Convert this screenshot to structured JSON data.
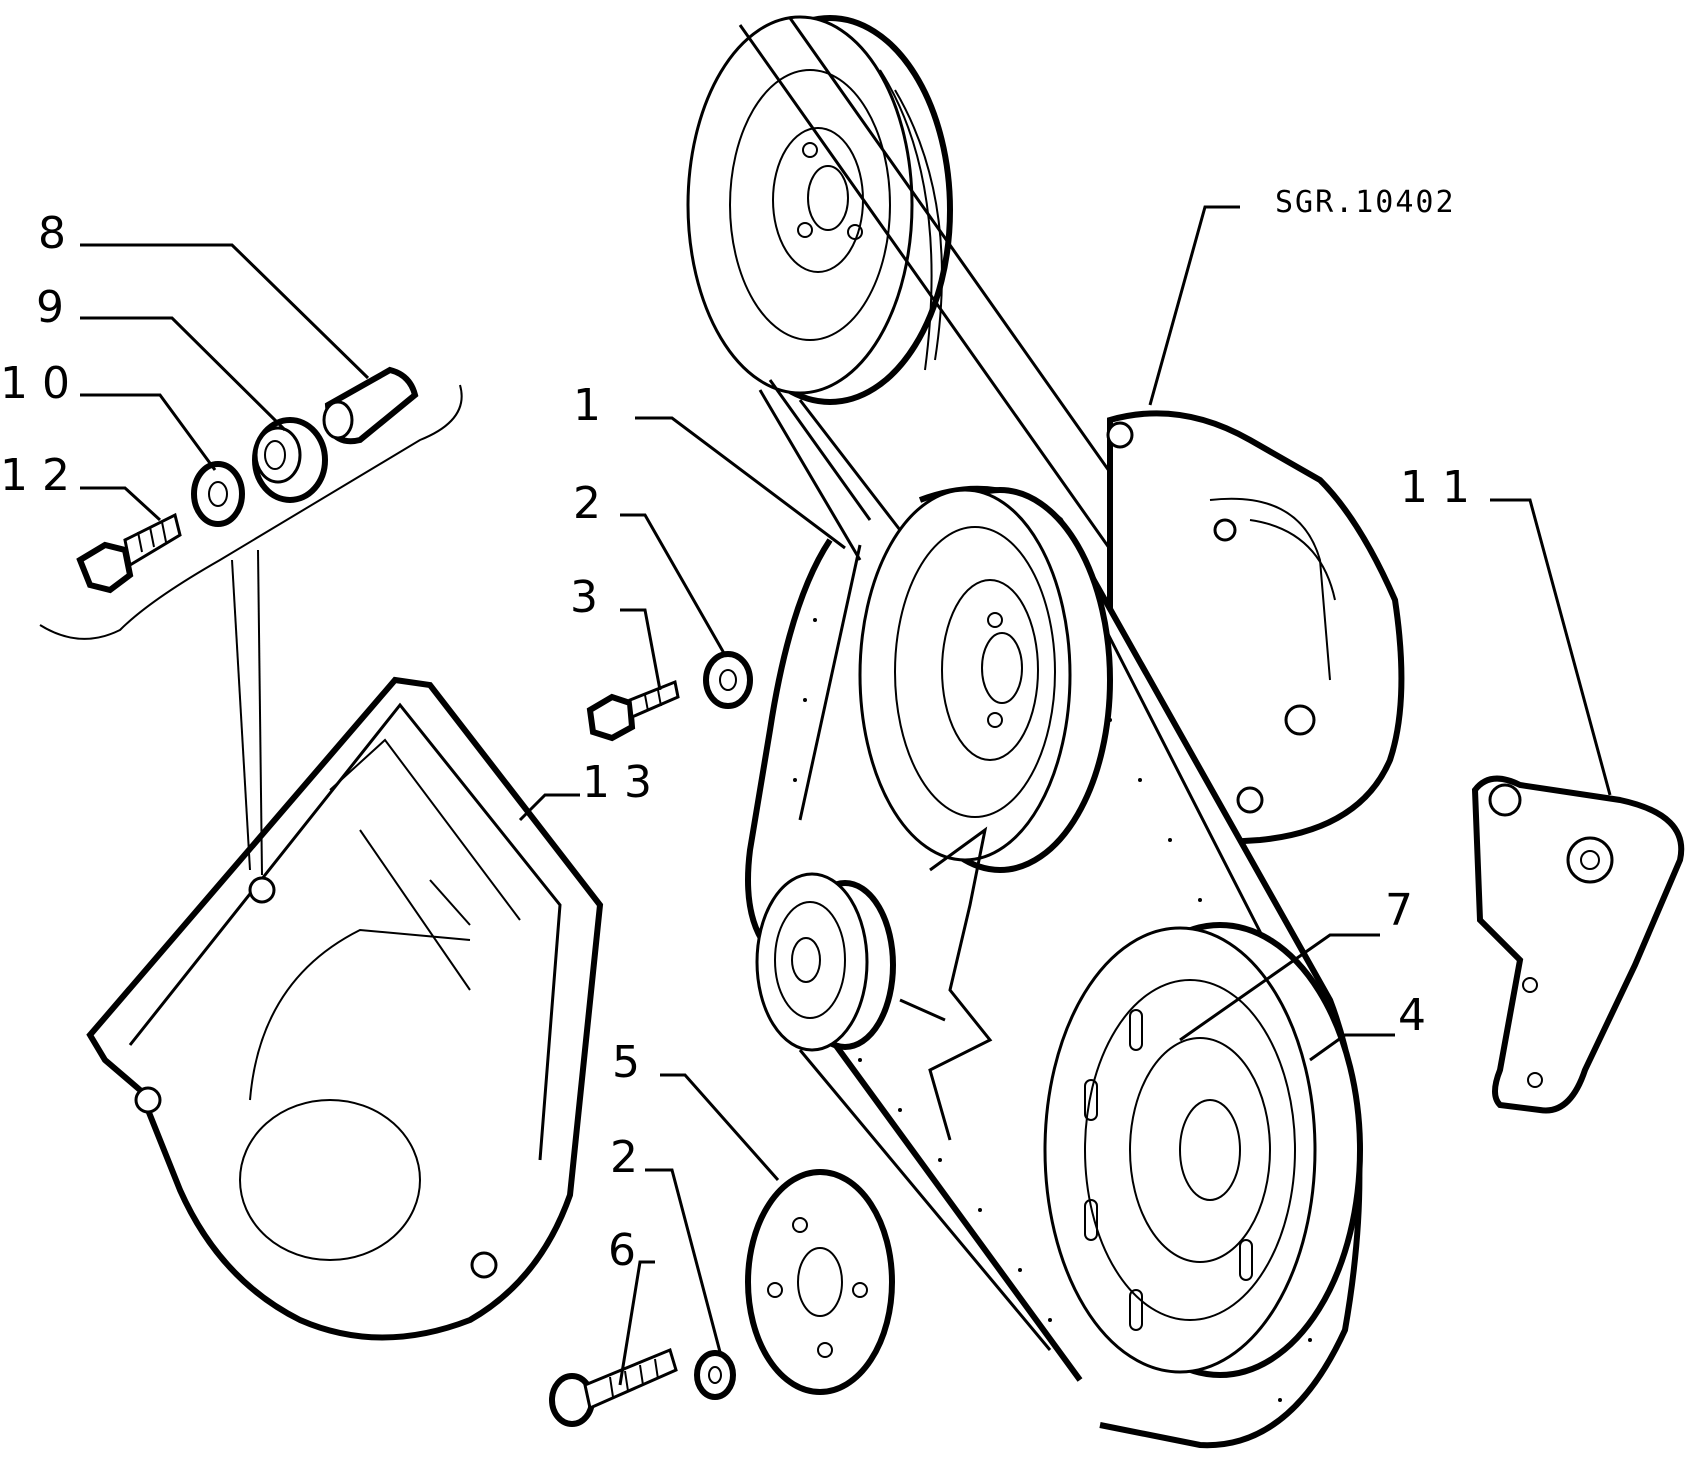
{
  "diagram": {
    "reference_code": "SGR.10402",
    "callouts": [
      {
        "id": "c8",
        "label": "8"
      },
      {
        "id": "c9",
        "label": "9"
      },
      {
        "id": "c10",
        "label": "10"
      },
      {
        "id": "c12",
        "label": "12"
      },
      {
        "id": "c1",
        "label": "1"
      },
      {
        "id": "c2a",
        "label": "2"
      },
      {
        "id": "c3",
        "label": "3"
      },
      {
        "id": "c13",
        "label": "13"
      },
      {
        "id": "c11",
        "label": "11"
      },
      {
        "id": "c7",
        "label": "7"
      },
      {
        "id": "c4",
        "label": "4"
      },
      {
        "id": "c5",
        "label": "5"
      },
      {
        "id": "c2b",
        "label": "2"
      },
      {
        "id": "c6",
        "label": "6"
      }
    ]
  }
}
